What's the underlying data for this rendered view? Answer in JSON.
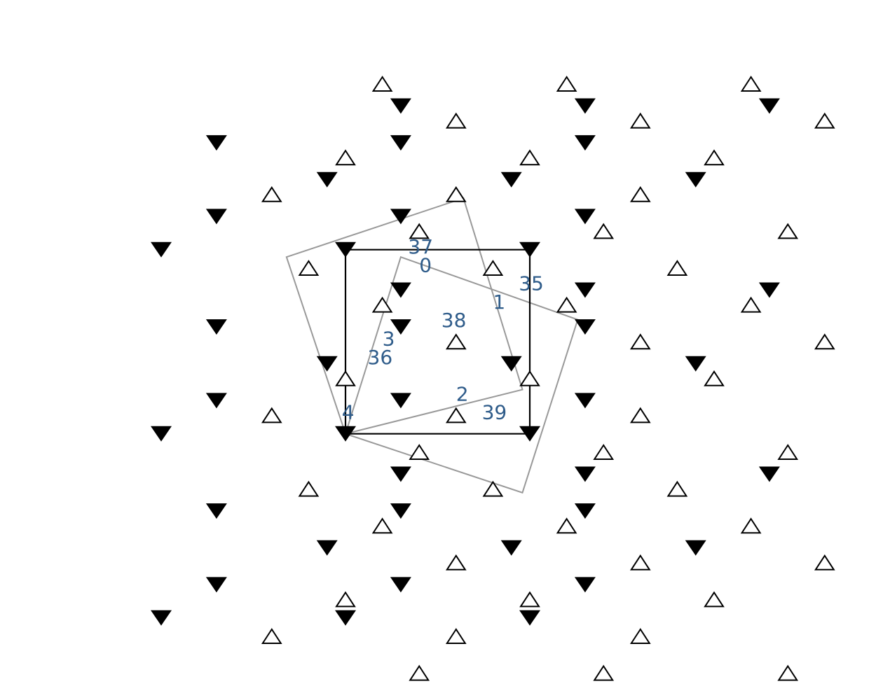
{
  "lattice": {
    "open_triangles": [
      [
        1,
        10
      ],
      [
        6,
        10
      ],
      [
        11,
        10
      ],
      [
        3,
        9
      ],
      [
        8,
        9
      ],
      [
        13,
        9
      ],
      [
        0,
        8
      ],
      [
        5,
        8
      ],
      [
        10,
        8
      ],
      [
        -2,
        7
      ],
      [
        3,
        7
      ],
      [
        8,
        7
      ],
      [
        2,
        6
      ],
      [
        7,
        6
      ],
      [
        12,
        6
      ],
      [
        -1,
        5
      ],
      [
        4,
        5
      ],
      [
        9,
        5
      ],
      [
        1,
        4
      ],
      [
        6,
        4
      ],
      [
        11,
        4
      ],
      [
        3,
        3
      ],
      [
        8,
        3
      ],
      [
        13,
        3
      ],
      [
        0,
        2
      ],
      [
        5,
        2
      ],
      [
        10,
        2
      ],
      [
        -2,
        1
      ],
      [
        3,
        1
      ],
      [
        8,
        1
      ],
      [
        2,
        0
      ],
      [
        7,
        0
      ],
      [
        12,
        0
      ],
      [
        -1,
        -1
      ],
      [
        4,
        -1
      ],
      [
        9,
        -1
      ],
      [
        1,
        -2
      ],
      [
        6,
        -2
      ],
      [
        11,
        -2
      ],
      [
        3,
        -3
      ],
      [
        8,
        -3
      ],
      [
        13,
        -3
      ],
      [
        0,
        -4
      ],
      [
        5,
        -4
      ],
      [
        10,
        -4
      ],
      [
        -2,
        -5
      ],
      [
        3,
        -5
      ],
      [
        8,
        -5
      ],
      [
        2,
        -6
      ],
      [
        7,
        -6
      ],
      [
        12,
        -6
      ]
    ],
    "filled_triangles": [
      [
        1.5,
        9.4
      ],
      [
        6.5,
        9.4
      ],
      [
        11.5,
        9.4
      ],
      [
        -3.5,
        8.4
      ],
      [
        1.5,
        8.4
      ],
      [
        6.5,
        8.4
      ],
      [
        -0.5,
        7.4
      ],
      [
        4.5,
        7.4
      ],
      [
        9.5,
        7.4
      ],
      [
        -3.5,
        6.4
      ],
      [
        1.5,
        6.4
      ],
      [
        6.5,
        6.4
      ],
      [
        -5,
        5.5
      ],
      [
        0,
        5.5
      ],
      [
        5,
        5.5
      ],
      [
        1.5,
        4.4
      ],
      [
        6.5,
        4.4
      ],
      [
        11.5,
        4.4
      ],
      [
        -3.5,
        3.4
      ],
      [
        1.5,
        3.4
      ],
      [
        6.5,
        3.4
      ],
      [
        -0.5,
        2.4
      ],
      [
        4.5,
        2.4
      ],
      [
        9.5,
        2.4
      ],
      [
        -3.5,
        1.4
      ],
      [
        1.5,
        1.4
      ],
      [
        6.5,
        1.4
      ],
      [
        -5,
        0.5
      ],
      [
        0,
        0.5
      ],
      [
        5,
        0.5
      ],
      [
        1.5,
        -0.6
      ],
      [
        6.5,
        -0.6
      ],
      [
        11.5,
        -0.6
      ],
      [
        -3.5,
        -1.6
      ],
      [
        1.5,
        -1.6
      ],
      [
        6.5,
        -1.6
      ],
      [
        -0.5,
        -2.6
      ],
      [
        4.5,
        -2.6
      ],
      [
        9.5,
        -2.6
      ],
      [
        -3.5,
        -3.6
      ],
      [
        1.5,
        -3.6
      ],
      [
        6.5,
        -3.6
      ],
      [
        -5,
        -4.5
      ],
      [
        0,
        -4.5
      ],
      [
        5,
        -4.5
      ]
    ]
  },
  "unit_cell": [
    [
      0,
      0.5
    ],
    [
      5,
      0.5
    ],
    [
      5,
      5.5
    ],
    [
      0,
      5.5
    ]
  ],
  "rotated_square_large": [
    [
      -1.6,
      5.3
    ],
    [
      3.2,
      6.9
    ],
    [
      4.8,
      1.7
    ],
    [
      0,
      0.5
    ]
  ],
  "rotated_square_small": [
    [
      1.5,
      5.3
    ],
    [
      6.3,
      3.6
    ],
    [
      4.8,
      -1.1
    ],
    [
      0,
      0.5
    ]
  ],
  "labels": [
    {
      "text": "37",
      "x": 1.7,
      "y": 5.4
    },
    {
      "text": "0",
      "x": 2,
      "y": 4.9
    },
    {
      "text": "35",
      "x": 4.7,
      "y": 4.4
    },
    {
      "text": "1",
      "x": 4.0,
      "y": 3.9
    },
    {
      "text": "38",
      "x": 2.6,
      "y": 3.4
    },
    {
      "text": "3",
      "x": 1.0,
      "y": 2.9
    },
    {
      "text": "36",
      "x": 0.6,
      "y": 2.4
    },
    {
      "text": "2",
      "x": 3.0,
      "y": 1.4
    },
    {
      "text": "39",
      "x": 3.7,
      "y": 0.9
    },
    {
      "text": "4",
      "x": -0.1,
      "y": 0.9
    }
  ],
  "colors": {
    "unit_cell": "#000000",
    "rotated_square": "#999999",
    "label": "#2f5c8a",
    "triangle": "#000000"
  }
}
